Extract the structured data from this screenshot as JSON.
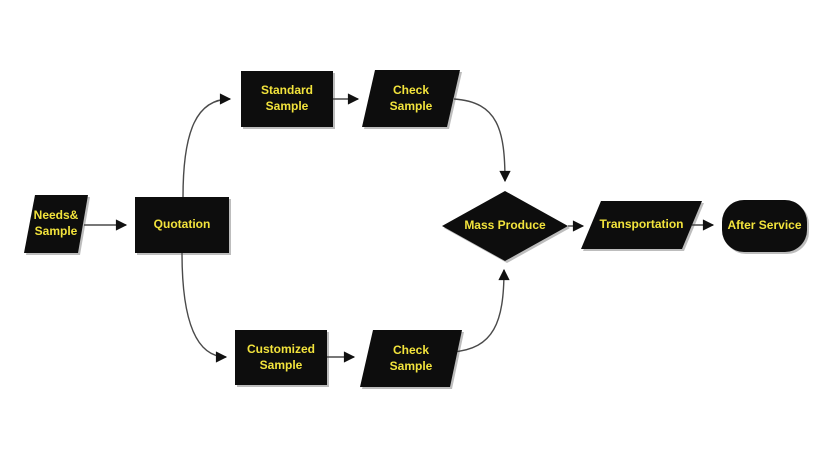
{
  "diagram": {
    "type": "flowchart",
    "background_color": "#ffffff",
    "node_fill_color": "#0d0d0d",
    "node_text_color": "#F2E33C",
    "connector_color": "#4a4a4a",
    "arrowhead_color": "#111111",
    "nodes": [
      {
        "id": "needs-sample",
        "shape": "parallelogram",
        "label": "Needs&\nSample"
      },
      {
        "id": "quotation",
        "shape": "rectangle",
        "label": "Quotation"
      },
      {
        "id": "standard-sample",
        "shape": "rectangle",
        "label": "Standard\nSample"
      },
      {
        "id": "check-sample-top",
        "shape": "parallelogram",
        "label": "Check\nSample"
      },
      {
        "id": "customized-sample",
        "shape": "rectangle",
        "label": "Customized\nSample"
      },
      {
        "id": "check-sample-bottom",
        "shape": "parallelogram",
        "label": "Check\nSample"
      },
      {
        "id": "mass-produce",
        "shape": "diamond",
        "label": "Mass Produce"
      },
      {
        "id": "transportation",
        "shape": "parallelogram",
        "label": "Transportation"
      },
      {
        "id": "after-service",
        "shape": "rounded-rectangle",
        "label": "After Service"
      }
    ],
    "edges": [
      {
        "from": "needs-sample",
        "to": "quotation"
      },
      {
        "from": "quotation",
        "to": "standard-sample"
      },
      {
        "from": "quotation",
        "to": "customized-sample"
      },
      {
        "from": "standard-sample",
        "to": "check-sample-top"
      },
      {
        "from": "check-sample-top",
        "to": "mass-produce"
      },
      {
        "from": "customized-sample",
        "to": "check-sample-bottom"
      },
      {
        "from": "check-sample-bottom",
        "to": "mass-produce"
      },
      {
        "from": "mass-produce",
        "to": "transportation"
      },
      {
        "from": "transportation",
        "to": "after-service"
      }
    ]
  }
}
